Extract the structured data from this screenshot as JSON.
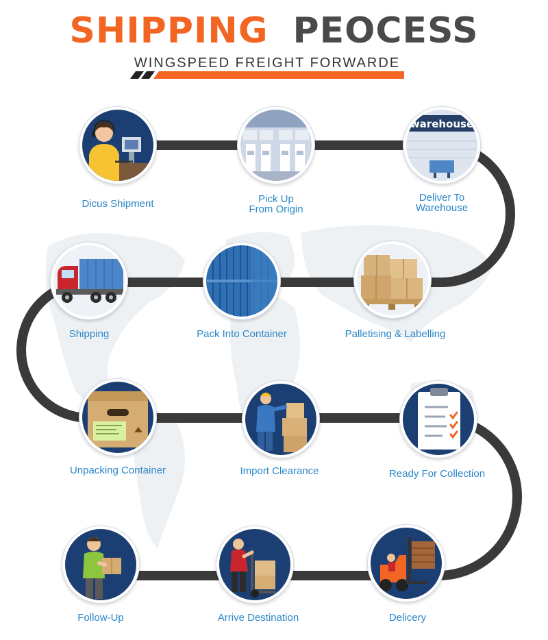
{
  "header": {
    "title_part1": "SHIPPING",
    "title_part2": "PEOCESS",
    "subtitle": "WINGSPEED FREIGHT FORWARDE"
  },
  "colors": {
    "accent": "#f26522",
    "title_dark": "#4a4a4a",
    "label": "#2a87c8",
    "track": "#3a3a3a",
    "node_bg": "#1c3f73",
    "map": "#eef1f4"
  },
  "steps": [
    {
      "id": "dicus-shipment",
      "icon": "customer-service-agent-icon",
      "lines": [
        "Dicus Shipment"
      ]
    },
    {
      "id": "pick-up",
      "icon": "cargo-hall-icon",
      "lines": [
        "Pick Up",
        "From Origin"
      ]
    },
    {
      "id": "deliver-to-warehouse",
      "icon": "warehouse-icon",
      "sign": "warehouse",
      "lines": [
        "Deliver To",
        "Warehouse"
      ]
    },
    {
      "id": "palletising-labelling",
      "icon": "pallet-boxes-icon",
      "lines": [
        "Palletising & Labelling"
      ]
    },
    {
      "id": "pack-into-container",
      "icon": "shipping-container-icon",
      "lines": [
        "Pack Into Container"
      ]
    },
    {
      "id": "shipping",
      "icon": "truck-icon",
      "lines": [
        "Shipping"
      ]
    },
    {
      "id": "unpacking-container",
      "icon": "open-box-icon",
      "lines": [
        "Unpacking Container"
      ]
    },
    {
      "id": "import-clearance",
      "icon": "worker-scanning-boxes-icon",
      "lines": [
        "Import Clearance"
      ]
    },
    {
      "id": "ready-for-collection",
      "icon": "clipboard-checklist-icon",
      "lines": [
        "Ready For Collection"
      ]
    },
    {
      "id": "delicery",
      "icon": "forklift-icon",
      "lines": [
        "Delicery"
      ]
    },
    {
      "id": "arrive-destination",
      "icon": "hand-truck-icon",
      "lines": [
        "Arrive Destination"
      ]
    },
    {
      "id": "follow-up",
      "icon": "delivery-man-icon",
      "lines": [
        "Follow-Up"
      ]
    }
  ]
}
